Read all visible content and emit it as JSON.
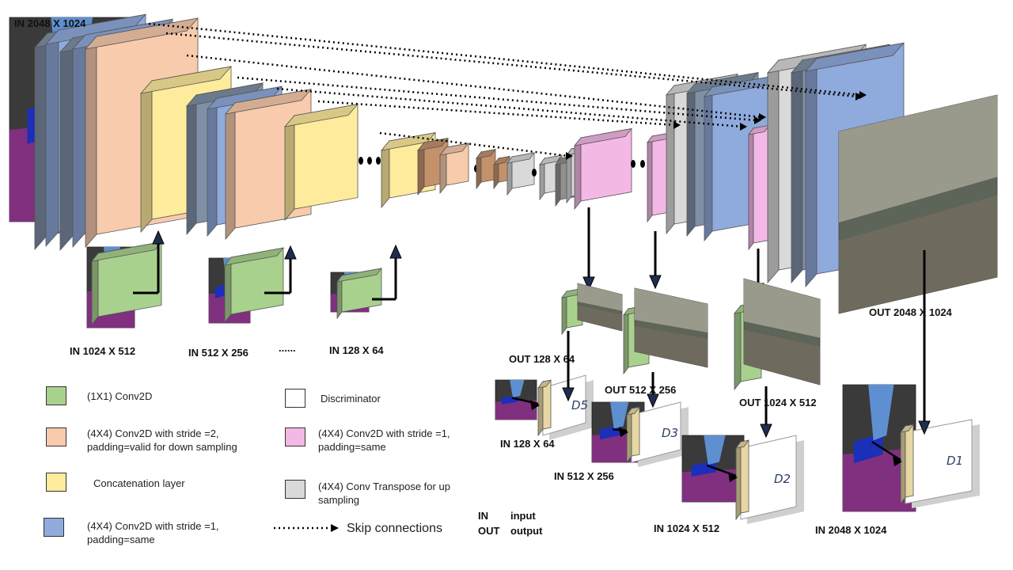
{
  "colors": {
    "conv1x1": "#a9d18e",
    "conv_down": "#f8cbad",
    "concat": "#ffeb9c",
    "conv_same": "#8faadc",
    "discriminator": "#ffffff",
    "conv_same_pink": "#f4b8e6",
    "conv_transpose": "#d9d9d9",
    "brown": "#c5916b",
    "slate": "#7f8fa6"
  },
  "labels": {
    "in_top": "IN 2048  X 1024",
    "in_1024": "IN 1024  X 512",
    "in_512": "IN 512  X  256",
    "dots": "......",
    "in_128": "IN 128  X  64",
    "out_128": "OUT 128  X  64",
    "out_512": "OUT  512      X  256",
    "out_1024": "OUT      1024 X 512",
    "out_2048": "OUT 2048      X 1024",
    "d_in_128": "IN 128 X 64",
    "d_in_512": "IN 512 X 256",
    "d_in_1024": "IN 1024  X 512",
    "d_in_2048": "IN 2048 X 1024"
  },
  "discriminators": [
    "D5",
    "D3",
    "D2",
    "D1"
  ],
  "legend": {
    "conv1x1": "(1X1) Conv2D",
    "conv_down": "(4X4) Conv2D with stride =2, padding=valid for down sampling",
    "concat": "Concatenation layer",
    "conv_same": "(4X4) Conv2D with stride =1, padding=same",
    "discriminator": "Discriminator",
    "conv_same_pink": "(4X4) Conv2D with stride =1, padding=same",
    "conv_transpose": "(4X4) Conv Transpose for up sampling",
    "skip": "Skip connections",
    "in_abbr": "IN",
    "in_full": "input",
    "out_abbr": "OUT",
    "out_full": "output"
  }
}
